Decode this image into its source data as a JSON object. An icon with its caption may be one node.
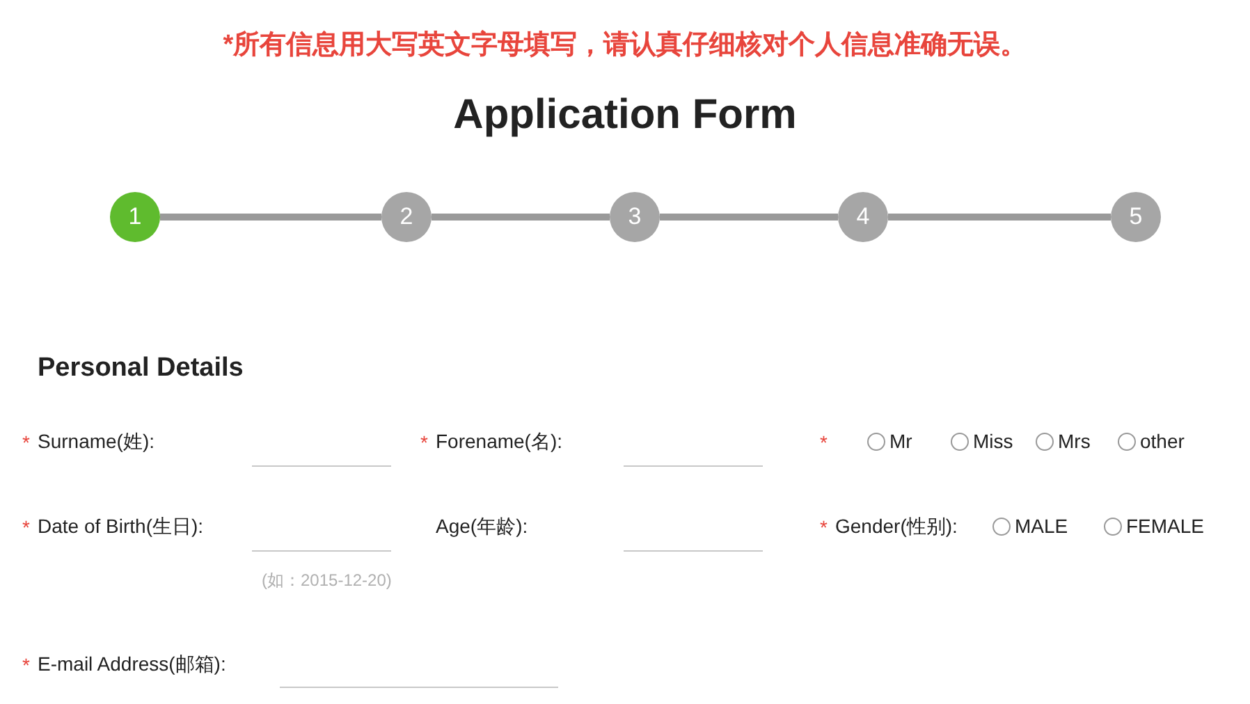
{
  "diagram": {
    "title": "Application Form",
    "nodes": [
      {
        "text": [
          "1"
        ]
      },
      {
        "text": [
          "2"
        ]
      },
      {
        "text": [
          "3"
        ]
      },
      {
        "text": [
          "4"
        ]
      },
      {
        "text": [
          "5"
        ]
      }
    ],
    "edges": [
      {
        "from": 0,
        "to": 1,
        "arrow": "none"
      },
      {
        "from": 1,
        "to": 2,
        "arrow": "none"
      },
      {
        "from": 2,
        "to": 3,
        "arrow": "none"
      },
      {
        "from": 3,
        "to": 4,
        "arrow": "none"
      }
    ],
    "labels": [
      "*所有信息用大写英文字母填写，请认真仔细核对个人信息准确无误。",
      "Personal Details",
      "*",
      "Surname(姓):",
      "*",
      "Forename(名):",
      "*",
      "Mr",
      "Miss",
      "Mrs",
      "other",
      "*",
      "Date of Birth(生日):",
      "Age(年龄):",
      "*",
      "Gender(性别):",
      "MALE",
      "FEMALE",
      "(如：2015-12-20)",
      "*",
      "E-mail Address(邮箱):"
    ]
  }
}
